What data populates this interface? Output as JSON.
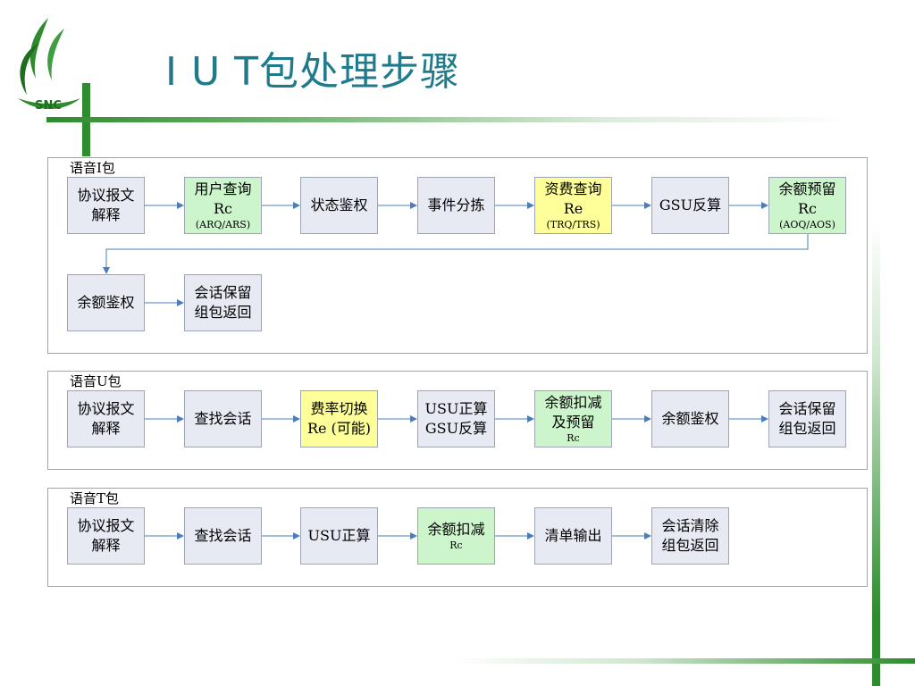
{
  "logo": {
    "text": "SNC"
  },
  "title": "I U T包处理步骤",
  "sections": [
    {
      "label": "语音I包",
      "boxes": [
        {
          "lines": [
            "协议报文",
            "解释"
          ],
          "sub": ""
        },
        {
          "lines": [
            "用户查询",
            "Rc"
          ],
          "sub": "(ARQ/ARS)"
        },
        {
          "lines": [
            "状态鉴权"
          ],
          "sub": ""
        },
        {
          "lines": [
            "事件分拣"
          ],
          "sub": ""
        },
        {
          "lines": [
            "资费查询",
            "Re"
          ],
          "sub": "(TRQ/TRS)"
        },
        {
          "lines": [
            "GSU反算"
          ],
          "sub": ""
        },
        {
          "lines": [
            "余额预留",
            "Rc"
          ],
          "sub": "(AOQ/AOS)"
        },
        {
          "lines": [
            "余额鉴权"
          ],
          "sub": ""
        },
        {
          "lines": [
            "会话保留",
            "组包返回"
          ],
          "sub": ""
        }
      ]
    },
    {
      "label": "语音U包",
      "boxes": [
        {
          "lines": [
            "协议报文",
            "解释"
          ],
          "sub": ""
        },
        {
          "lines": [
            "查找会话"
          ],
          "sub": ""
        },
        {
          "lines": [
            "费率切换",
            "Re (可能)"
          ],
          "sub": ""
        },
        {
          "lines": [
            "USU正算",
            "GSU反算"
          ],
          "sub": ""
        },
        {
          "lines": [
            "余额扣减",
            "及预留"
          ],
          "sub": "Rc"
        },
        {
          "lines": [
            "余额鉴权"
          ],
          "sub": ""
        },
        {
          "lines": [
            "会话保留",
            "组包返回"
          ],
          "sub": ""
        }
      ]
    },
    {
      "label": "语音T包",
      "boxes": [
        {
          "lines": [
            "协议报文",
            "解释"
          ],
          "sub": ""
        },
        {
          "lines": [
            "查找会话"
          ],
          "sub": ""
        },
        {
          "lines": [
            "USU正算"
          ],
          "sub": ""
        },
        {
          "lines": [
            "余额扣减"
          ],
          "sub": "Rc"
        },
        {
          "lines": [
            "清单输出"
          ],
          "sub": ""
        },
        {
          "lines": [
            "会话清除",
            "组包返回"
          ],
          "sub": ""
        }
      ]
    }
  ],
  "colors": {
    "title": "#1f7a8c",
    "accent_green": "#2e8b2e",
    "box_gray": "#e7eaf3",
    "box_green": "#ccf5cc",
    "box_yellow": "#ffff99",
    "arrow": "#4a7ebb"
  }
}
